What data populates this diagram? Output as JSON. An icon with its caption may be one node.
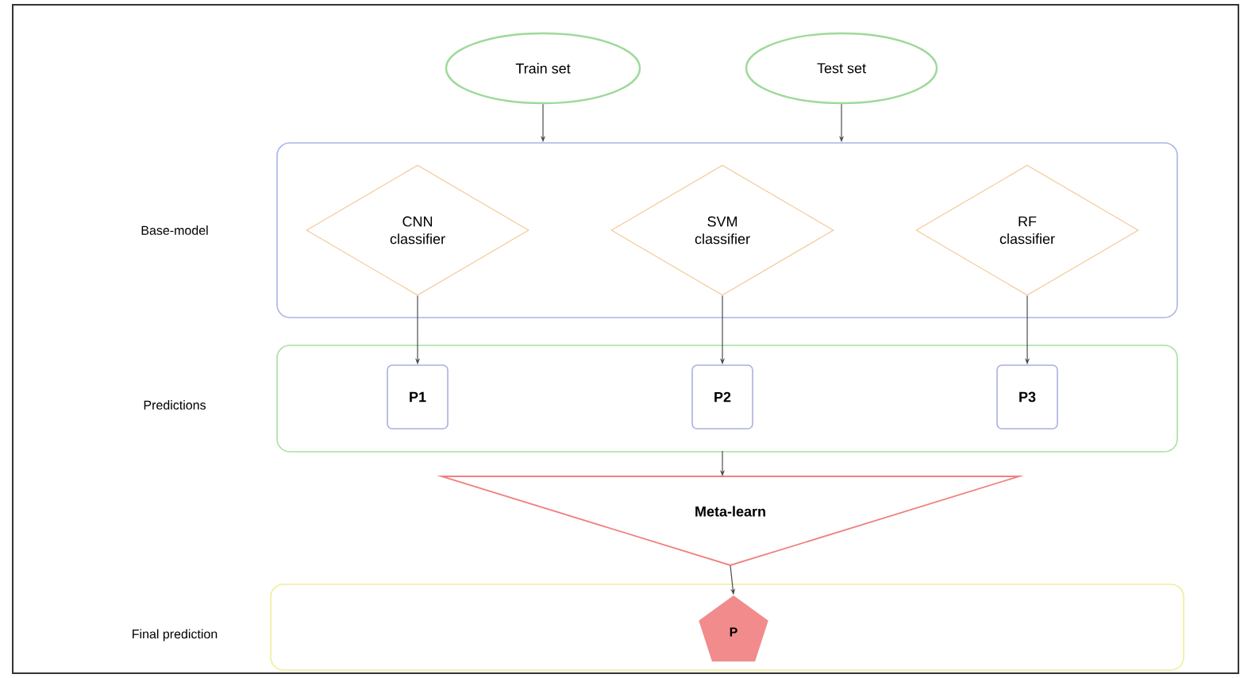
{
  "diagram": {
    "nodes": [
      {
        "text": [
          "Train set"
        ]
      },
      {
        "text": [
          "Test set"
        ]
      },
      {
        "text": [],
        "shape": "box"
      },
      {
        "text": [
          "CNN classifier"
        ],
        "in": 2
      },
      {
        "text": [
          "SVM classifier"
        ],
        "in": 2
      },
      {
        "text": [
          "RF classifier"
        ],
        "in": 2
      },
      {
        "text": [],
        "shape": "box"
      },
      {
        "text": [
          "P1"
        ],
        "in": 6
      },
      {
        "text": [
          "P2"
        ],
        "in": 6
      },
      {
        "text": [
          "P3"
        ],
        "in": 6
      },
      {
        "text": [
          "Meta-learn"
        ]
      },
      {
        "text": [],
        "shape": "box"
      },
      {
        "text": [
          "P"
        ],
        "in": 11
      }
    ],
    "edges": [
      {
        "from": 0,
        "to": 2,
        "arrow": "to"
      },
      {
        "from": 1,
        "to": 2,
        "arrow": "to"
      },
      {
        "from": 3,
        "to": 7,
        "arrow": "to"
      },
      {
        "from": 4,
        "to": 8,
        "arrow": "to"
      },
      {
        "from": 5,
        "to": 9,
        "arrow": "to"
      },
      {
        "from": 6,
        "to": 10,
        "arrow": "to"
      },
      {
        "from": 10,
        "to": 12,
        "arrow": "to"
      }
    ],
    "labels": [
      "Base-model",
      "Predictions",
      "Final prediction"
    ]
  }
}
